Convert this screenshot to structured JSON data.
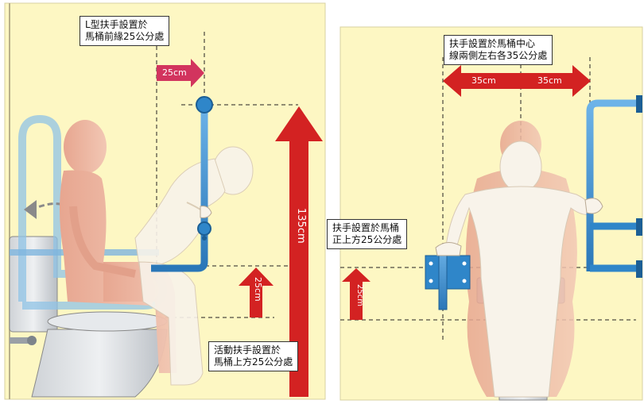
{
  "left_panel": {
    "callout_top": {
      "line1": "L型扶手設置於",
      "line2": "馬桶前緣25公分處"
    },
    "arrow_horizontal_label": "25cm",
    "arrow_small_vertical_label": "25cm",
    "arrow_tall_vertical_label": "135cm",
    "callout_bottom": {
      "line1": "活動扶手設置於",
      "line2": "馬桶上方25公分處"
    }
  },
  "right_panel": {
    "callout_top": {
      "line1": "扶手設置於馬桶中心",
      "line2": "線兩側左右各35公分處"
    },
    "arrow_left_label": "35cm",
    "arrow_right_label": "35cm",
    "callout_side": {
      "line1": "扶手設置於馬桶",
      "line2": "正上方25公分處"
    },
    "arrow_vertical_label": "25cm"
  },
  "colors": {
    "background": "#fdf7c3",
    "rail_blue": "#2f86c9",
    "arrow_red": "#d32222",
    "arrow_pink": "#d2345e",
    "figure_skin": "#e9b19a",
    "ghost_figure": "#f8f3ea"
  }
}
